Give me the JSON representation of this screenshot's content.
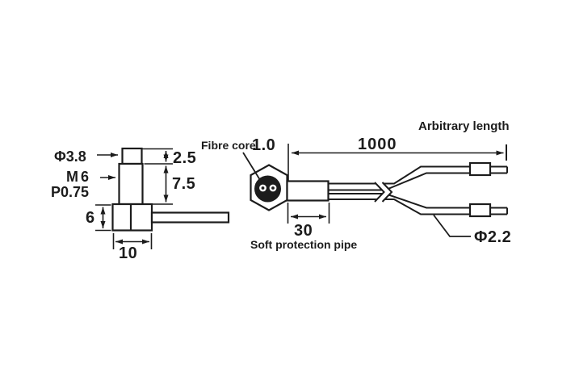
{
  "colors": {
    "line": "#1c1c1c",
    "background": "#ffffff"
  },
  "side_view": {
    "tip_diameter_label": "Φ3.8",
    "thread_label": "M6",
    "thread_pitch_label": "P0.75",
    "dim_tip_height": "2.5",
    "dim_thread_height": "7.5",
    "dim_base_height": "6",
    "dim_base_width": "10"
  },
  "front_view": {
    "fibre_core_label": "Fibre core",
    "fibre_core_size": "1.0",
    "dim_pipe_length": "30",
    "pipe_label": "Soft protection pipe"
  },
  "cable": {
    "dim_length": "1000",
    "length_note": "Arbitrary length",
    "diameter_label": "Φ2.2"
  }
}
